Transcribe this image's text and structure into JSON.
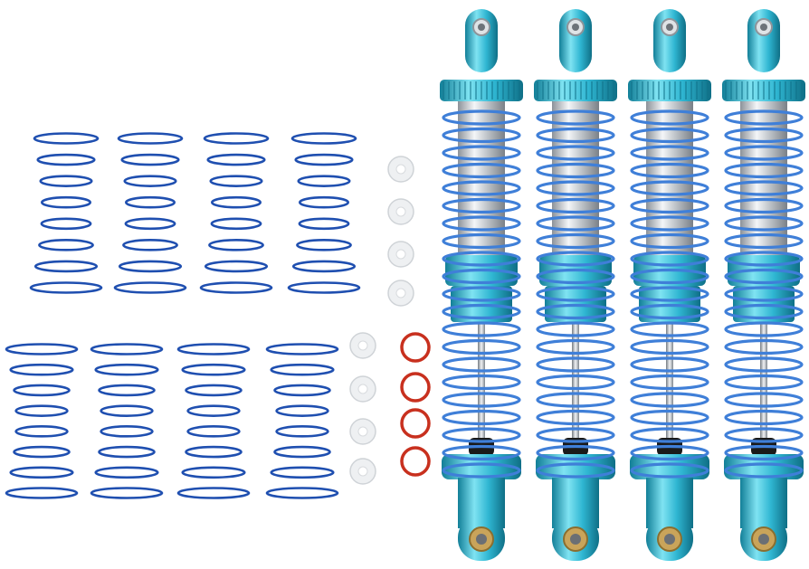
{
  "scene": {
    "subject": "rc-shock-absorber-kit",
    "colors": {
      "background": "#ffffff",
      "spring_blue": "#1f4fb0",
      "shock_spring_blue": "#3f7fd8",
      "anodized_cyan": "#2bb3cf",
      "anodized_cyan_light": "#6fdcec",
      "chrome": "#c9ced3",
      "o_ring_red": "#c8301e",
      "spacer_white": "#eef0f2",
      "rubber_black": "#1a1a1a",
      "brass": "#c9a45a"
    },
    "icons": [
      "loose-spring-icon",
      "shock-absorber-icon",
      "o-ring-icon",
      "spacer-washer-icon"
    ],
    "counts": {
      "loose_springs": 8,
      "assembled_shocks": 4,
      "white_spacers": 8,
      "red_o_rings": 4
    }
  }
}
